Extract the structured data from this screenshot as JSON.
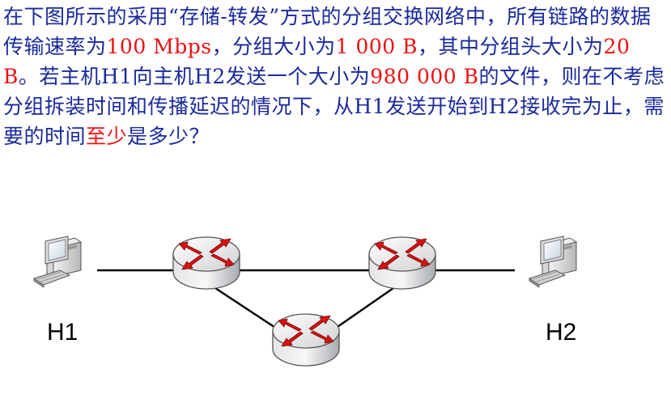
{
  "question": {
    "segments": [
      {
        "text": "在下图所示的采用“存储-转发”方式的分组交换网络中，所有链路的数据传输速率为",
        "highlight": false
      },
      {
        "text": "100 Mbps",
        "highlight": true
      },
      {
        "text": "，分组大小为",
        "highlight": false
      },
      {
        "text": "1 000 B",
        "highlight": true
      },
      {
        "text": "，其中分组头大小为",
        "highlight": false
      },
      {
        "text": "20 B",
        "highlight": true
      },
      {
        "text": "。若主机H1向主机H2发送一个大小为",
        "highlight": false
      },
      {
        "text": "980 000 B",
        "highlight": true
      },
      {
        "text": "的文件，则在不考虑分组拆装时间和传播延迟的情况下，从H1发送开始到H2接收完为止，需要的时间",
        "highlight": false
      },
      {
        "text": "至少",
        "highlight": true
      },
      {
        "text": "是多少？",
        "highlight": false
      }
    ]
  },
  "diagram": {
    "hosts": [
      {
        "id": "h1",
        "label": "H1"
      },
      {
        "id": "h2",
        "label": "H2"
      }
    ],
    "routers": [
      {
        "id": "r1"
      },
      {
        "id": "r2"
      },
      {
        "id": "r3"
      }
    ],
    "links": [
      {
        "from": "h1",
        "to": "r1"
      },
      {
        "from": "r1",
        "to": "r2"
      },
      {
        "from": "r2",
        "to": "h2"
      },
      {
        "from": "r1",
        "to": "r3"
      },
      {
        "from": "r3",
        "to": "r2"
      }
    ],
    "colors": {
      "question_text": "#1a2a9c",
      "highlight": "#ee1111",
      "router_arrows": "#dd1111",
      "link": "#000000"
    },
    "icons": {
      "host": "desktop-computer-icon",
      "router": "router-icon"
    }
  }
}
